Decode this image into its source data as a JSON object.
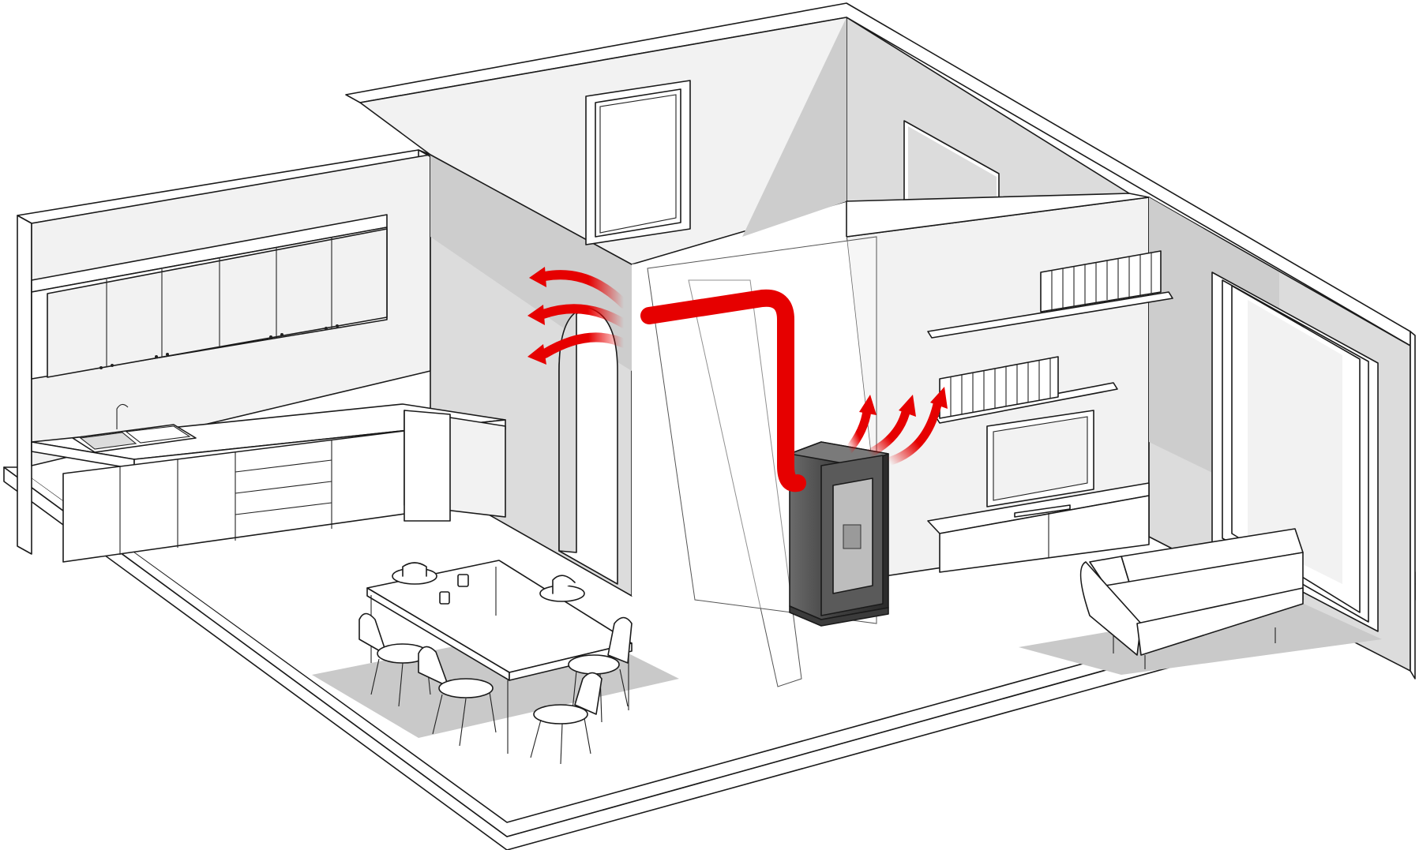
{
  "colors": {
    "background": "#ffffff",
    "wall_shade": "#dcdcdc",
    "wall_dark": "#cdcdcd",
    "floor": "#ffffff",
    "line": "#1a1a1a",
    "heat_flow": "#e60000",
    "stove_body": "#4a4a4a",
    "stove_glass": "#bdbdbd"
  },
  "rooms": [
    "kitchen-dining-room",
    "hallway",
    "living-room"
  ],
  "heat_sources": [
    {
      "name": "pellet-stove",
      "location": "living-room",
      "outputs": [
        "duct-to-kitchen",
        "direct-living-room"
      ]
    }
  ]
}
